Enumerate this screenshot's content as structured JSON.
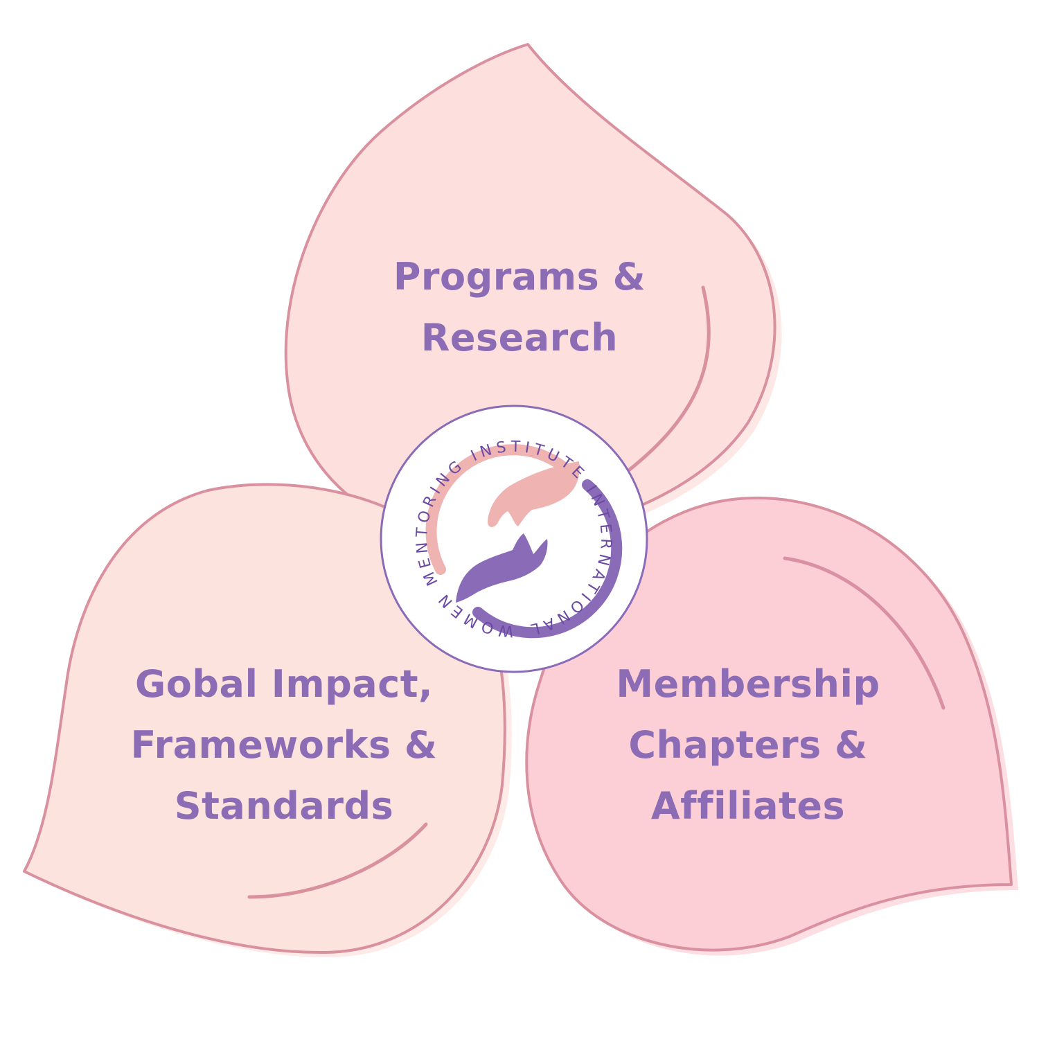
{
  "colors": {
    "petal_fill_top": "#fde0de",
    "petal_fill_left": "#fde3dd",
    "petal_fill_right": "#fccfd6",
    "petal_stroke": "#d9909f",
    "label_text": "#8b6cb5",
    "logo_purple": "#8a6bb8",
    "logo_pink": "#efb3b2",
    "logo_ring_text": "#6b4aa3"
  },
  "logo": {
    "ring_text": "WOMEN MENTORING INSTITUTE INTERNATIONAL",
    "icon": "hands-reaching-icon"
  },
  "petals": [
    {
      "id": "top",
      "lines": [
        "Programs &",
        "Research"
      ]
    },
    {
      "id": "left",
      "lines": [
        "Gobal Impact,",
        "Frameworks &",
        "Standards"
      ]
    },
    {
      "id": "right",
      "lines": [
        "Membership",
        "Chapters &",
        "Affiliates"
      ]
    }
  ]
}
